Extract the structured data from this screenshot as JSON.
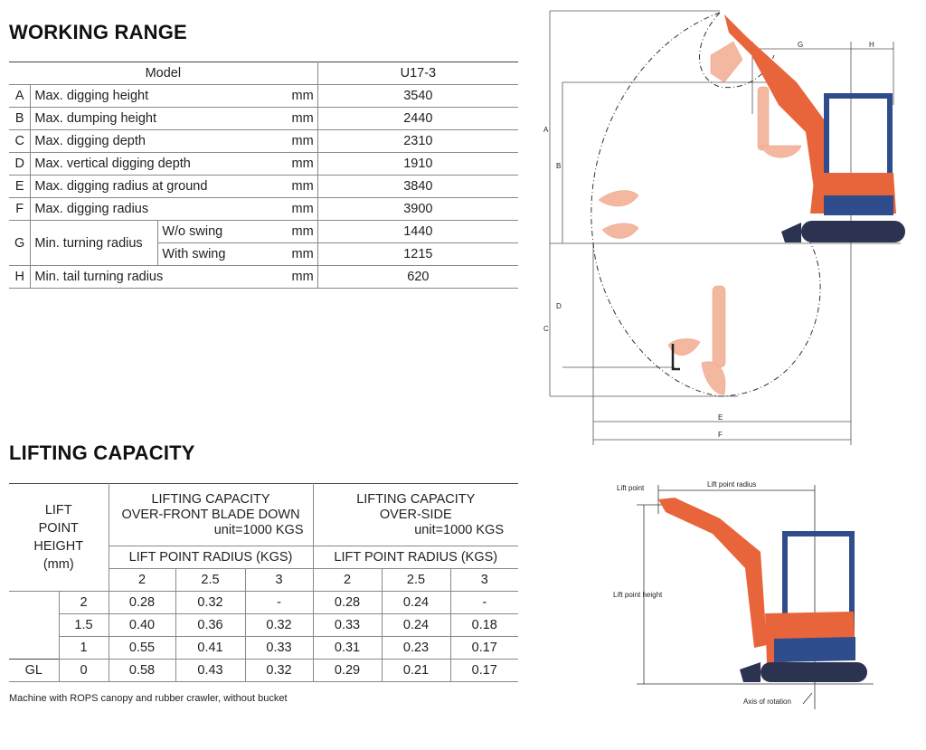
{
  "working_range": {
    "title": "WORKING RANGE",
    "header": {
      "model_label": "Model",
      "model_value": "U17-3"
    },
    "rows": [
      {
        "key": "A",
        "label": "Max. digging height",
        "unit": "mm",
        "value": "3540"
      },
      {
        "key": "B",
        "label": "Max. dumping height",
        "unit": "mm",
        "value": "2440"
      },
      {
        "key": "C",
        "label": "Max. digging depth",
        "unit": "mm",
        "value": "2310"
      },
      {
        "key": "D",
        "label": "Max. vertical digging depth",
        "unit": "mm",
        "value": "1910"
      },
      {
        "key": "E",
        "label": "Max. digging radius at ground",
        "unit": "mm",
        "value": "3840"
      },
      {
        "key": "F",
        "label": "Max. digging radius",
        "unit": "mm",
        "value": "3900"
      }
    ],
    "g_row": {
      "key": "G",
      "label": "Min. turning radius",
      "sub1_label": "W/o  swing",
      "sub1_unit": "mm",
      "sub1_value": "1440",
      "sub2_label": "With swing",
      "sub2_unit": "mm",
      "sub2_value": "1215"
    },
    "h_row": {
      "key": "H",
      "label": "Min. tail turning radius",
      "unit": "mm",
      "value": "620"
    }
  },
  "lifting_capacity": {
    "title": "LIFTING CAPACITY",
    "col1_header": [
      "LIFT",
      "POINT",
      "HEIGHT",
      "(mm)"
    ],
    "front_header": [
      "LIFTING CAPACITY",
      "OVER-FRONT BLADE DOWN"
    ],
    "front_unit": "unit=1000 KGS",
    "side_header": [
      "LIFTING CAPACITY",
      "OVER-SIDE"
    ],
    "side_unit": "unit=1000 KGS",
    "radius_header_front": "LIFT POINT RADIUS (KGS)",
    "radius_header_side": "LIFT POINT RADIUS (KGS)",
    "radii": [
      "2",
      "2.5",
      "3",
      "2",
      "2.5",
      "3"
    ],
    "gl_label": "GL",
    "rows": [
      {
        "height": "2",
        "values": [
          "0.28",
          "0.32",
          "-",
          "0.28",
          "0.24",
          "-"
        ]
      },
      {
        "height": "1.5",
        "values": [
          "0.40",
          "0.36",
          "0.32",
          "0.33",
          "0.24",
          "0.18"
        ]
      },
      {
        "height": "1",
        "values": [
          "0.55",
          "0.41",
          "0.33",
          "0.31",
          "0.23",
          "0.17"
        ]
      },
      {
        "height": "0",
        "values": [
          "0.58",
          "0.43",
          "0.32",
          "0.29",
          "0.21",
          "0.17"
        ]
      }
    ],
    "note": "Machine with ROPS canopy and rubber crawler, without bucket"
  },
  "diagram_working": {
    "labels": {
      "A": "A",
      "B": "B",
      "C": "C",
      "D": "D",
      "E": "E",
      "F": "F",
      "G": "G",
      "H": "H"
    }
  },
  "diagram_lifting": {
    "lift_point": "Lift point",
    "lift_point_radius": "Lift point radius",
    "lift_point_height": "Lift point height",
    "axis_of_rotation": "Axis of rotation"
  },
  "colors": {
    "machine_orange": "#e8643a",
    "cab_blue": "#2f4d8c",
    "crawler": "#2b3350",
    "ghost": "#f4b8a0"
  }
}
